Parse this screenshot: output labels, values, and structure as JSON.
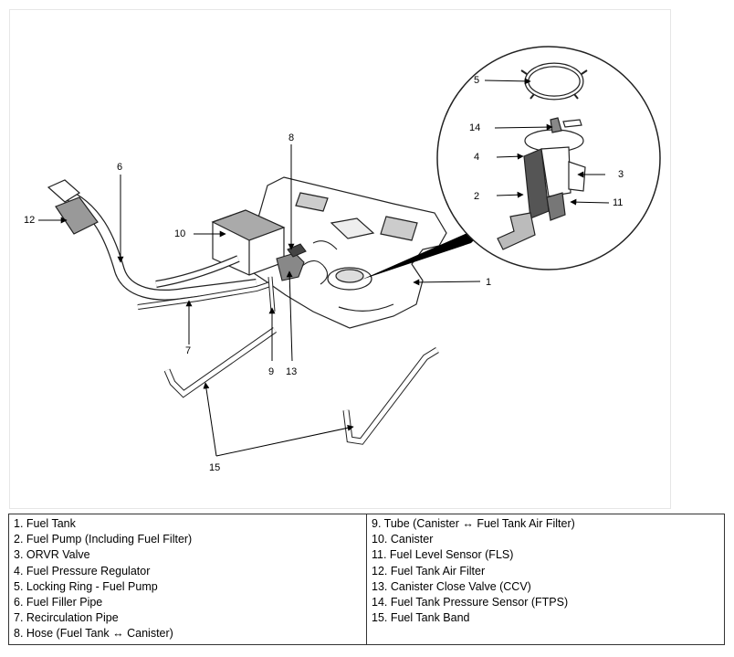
{
  "callouts": {
    "c1": "1",
    "c2": "2",
    "c3": "3",
    "c4": "4",
    "c5": "5",
    "c6": "6",
    "c7": "7",
    "c8": "8",
    "c9": "9",
    "c10": "10",
    "c11": "11",
    "c12": "12",
    "c13": "13",
    "c14": "14",
    "c15": "15"
  },
  "legend": {
    "left": [
      "1. Fuel Tank",
      "2. Fuel Pump (Including Fuel Filter)",
      "3. ORVR Valve",
      "4. Fuel Pressure Regulator",
      "5. Locking Ring - Fuel Pump",
      "6. Fuel Filler Pipe",
      "7. Recirculation Pipe",
      "8. Hose (Fuel Tank ↔ Canister)"
    ],
    "right": [
      "9. Tube (Canister ↔ Fuel Tank Air Filter)",
      "10. Canister",
      "11. Fuel Level Sensor (FLS)",
      "12. Fuel Tank Air Filter",
      "13. Canister Close Valve (CCV)",
      "14. Fuel Tank Pressure Sensor (FTPS)",
      "15. Fuel Tank Band"
    ]
  }
}
